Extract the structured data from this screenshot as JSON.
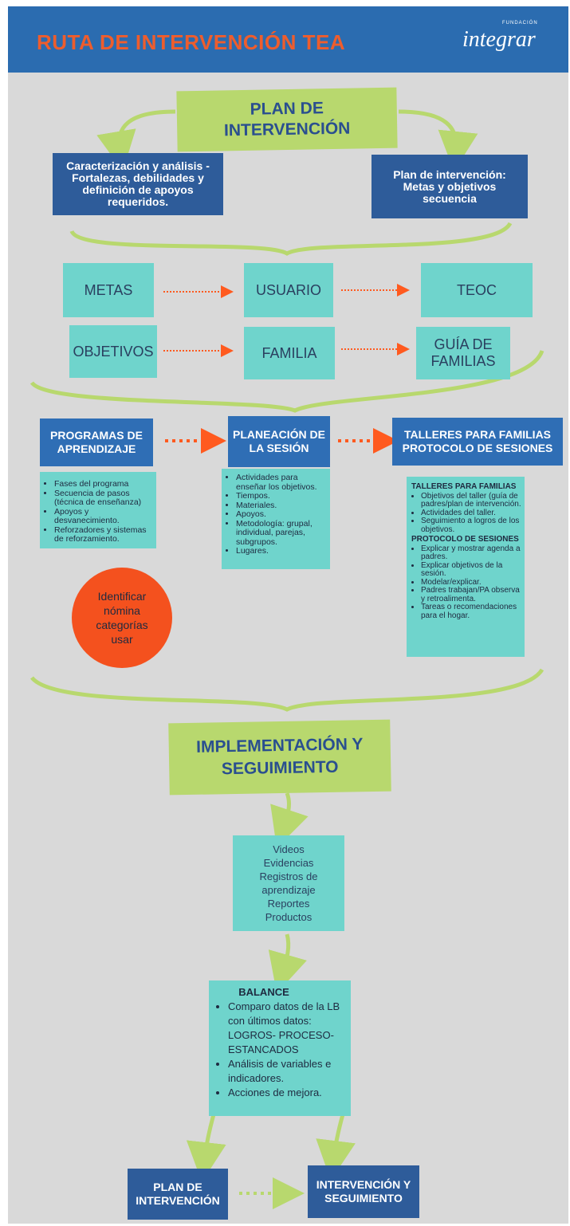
{
  "header": {
    "title": "RUTA DE INTERVENCIÓN TEA",
    "brand_small": "FUNDACIÓN",
    "brand": "integrar"
  },
  "plan": {
    "line1": "PLAN DE",
    "line2": "INTERVENCIÓN"
  },
  "left_box": {
    "line1": "Caracterización y análisis -",
    "line2": "Fortalezas, debilidades y",
    "line3": "definición de apoyos",
    "line4": "requeridos."
  },
  "right_box": {
    "line1": "Plan de intervención:",
    "line2": "Metas y objetivos",
    "line3": "secuencia"
  },
  "grid": {
    "metas": "METAS",
    "usuario": "USUARIO",
    "teoc": "TEOC",
    "objetivos": "OBJETIVOS",
    "familia": "FAMILIA",
    "guia_line1": "GUÍA DE",
    "guia_line2": "FAMILIAS"
  },
  "programas": {
    "line1": "PROGRAMAS DE",
    "line2": "APRENDIZAJE",
    "items": [
      "Fases del programa",
      "Secuencia de pasos (técnica de enseñanza)",
      "Apoyos y desvanecimiento.",
      "Reforzadores y sistemas de reforzamiento."
    ]
  },
  "planeacion": {
    "line1": "PLANEACIÓN DE",
    "line2": "LA SESIÓN",
    "items": [
      "Actividades para enseñar los objetivos.",
      "Tiempos.",
      "Materiales.",
      "Apoyos.",
      "Metodología: grupal, individual, parejas, subgrupos.",
      "Lugares."
    ]
  },
  "talleres": {
    "line1": "TALLERES PARA FAMILIAS",
    "line2": "PROTOCOLO DE SESIONES",
    "sub1": "TALLERES PARA FAMILIAS",
    "items1": [
      "Objetivos del taller (guía de padres/plan de intervención.",
      "Actividades del taller.",
      "Seguimiento a logros de los objetivos."
    ],
    "sub2": "PROTOCOLO DE SESIONES",
    "items2": [
      "Explicar y mostrar agenda a padres.",
      "Explicar objetivos de la sesión.",
      "Modelar/explicar.",
      "Padres trabajan/PA observa y retroalimenta.",
      "Tareas o recomendaciones para el hogar."
    ]
  },
  "identificar": {
    "line1": "Identificar",
    "line2": "nómina",
    "line3": "categorías",
    "line4": "usar"
  },
  "implementacion": {
    "line1": "IMPLEMENTACIÓN Y",
    "line2": "SEGUIMIENTO"
  },
  "evidencias": {
    "lines": [
      "Videos",
      "Evidencias",
      "Registros de",
      "aprendizaje",
      "Reportes",
      "Productos"
    ]
  },
  "balance": {
    "title": "BALANCE",
    "items": [
      "Comparo datos de la LB con últimos datos: LOGROS- PROCESO-ESTANCADOS",
      "Análisis de variables e indicadores.",
      "Acciones de mejora."
    ]
  },
  "bottom": {
    "plan_line1": "PLAN DE",
    "plan_line2": "INTERVENCIÓN",
    "inter_line1": "INTERVENCIÓN Y",
    "inter_line2": "SEGUIMIENTO"
  },
  "colors": {
    "header": "#2b6cb0",
    "title": "#ee5d2d",
    "green": "#b8d86e",
    "teal": "#6fd4cc",
    "navy": "#2e5c9a",
    "orange": "#f4511e"
  }
}
